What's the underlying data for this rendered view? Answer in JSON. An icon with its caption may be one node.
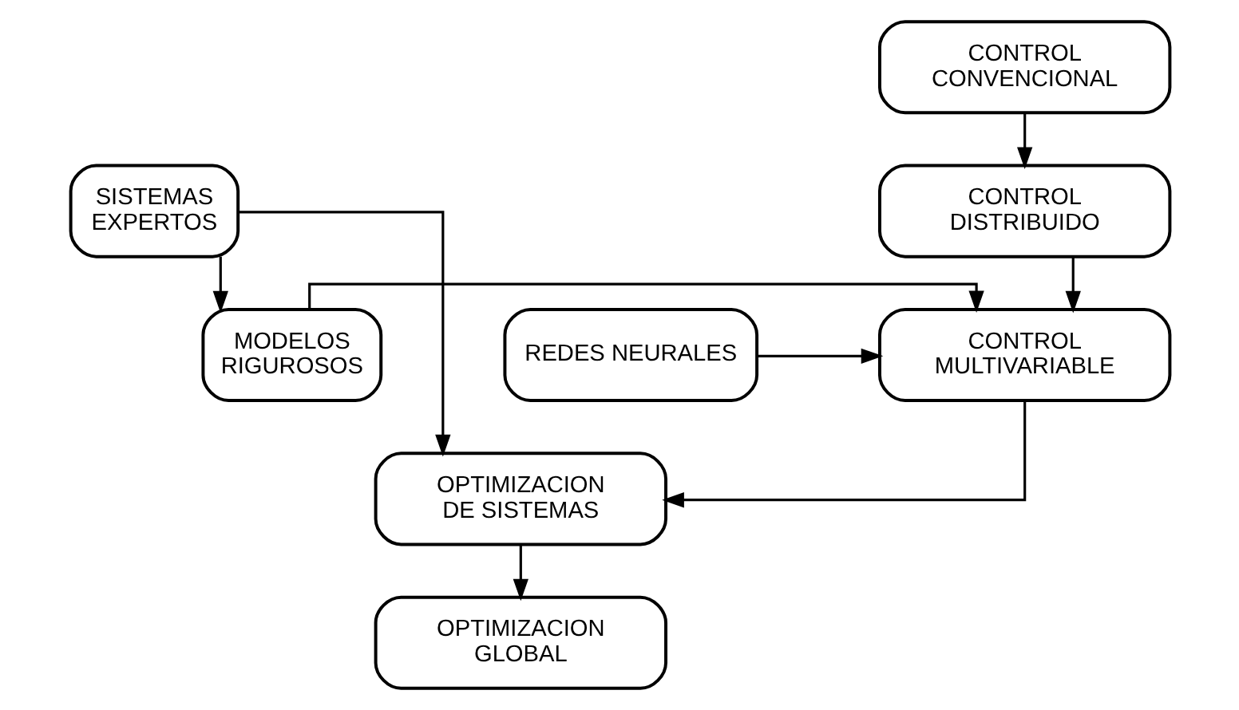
{
  "diagram": {
    "nodes": [
      {
        "text": [
          "CONTROL CONVENCIONAL"
        ]
      },
      {
        "text": [
          "SISTEMAS EXPERTOS"
        ]
      },
      {
        "text": [
          "CONTROL DISTRIBUIDO"
        ]
      },
      {
        "text": [
          "MODELOS RIGUROSOS"
        ]
      },
      {
        "text": [
          "CONTROL MULTIVARIABLE"
        ]
      },
      {
        "text": [
          "REDES NEURALES"
        ]
      },
      {
        "text": [
          "OPTIMIZACION DE SISTEMAS"
        ]
      },
      {
        "text": [
          "OPTIMIZACION GLOBAL"
        ]
      }
    ],
    "edges": [
      {
        "from": 0,
        "to": 2,
        "arrow": "to"
      },
      {
        "from": 2,
        "to": 4,
        "arrow": "to"
      },
      {
        "from": 1,
        "to": 3,
        "arrow": "to"
      },
      {
        "from": 3,
        "to": 4,
        "arrow": "to"
      },
      {
        "from": 5,
        "to": 4,
        "arrow": "to"
      },
      {
        "from": 4,
        "to": 6,
        "arrow": "to"
      },
      {
        "from": 1,
        "to": 6,
        "arrow": "to"
      },
      {
        "from": 6,
        "to": 7,
        "arrow": "to"
      }
    ]
  }
}
